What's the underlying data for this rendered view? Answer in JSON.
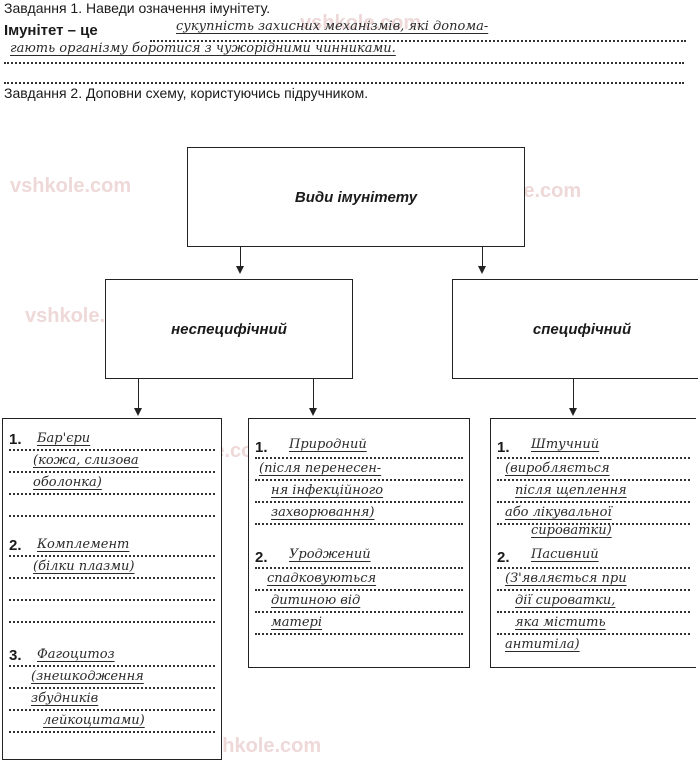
{
  "watermark": "vshkole.com",
  "task1": {
    "label": "Завдання 1. Наведи означення імунітету.",
    "definition_label": "Імунітет – це",
    "answer_line1": "сукупність захисних механізмів, які допома-",
    "answer_line2": "гають організму боротися з чужорідними чинниками."
  },
  "task2": {
    "label": "Завдання 2. Доповни схему, користуючись підручником."
  },
  "scheme": {
    "top": "Види імунітету",
    "left": "неспецифічний",
    "right": "специфічний"
  },
  "lists": {
    "col1": [
      {
        "num": "1.",
        "lines": [
          "Бар'єри",
          "(кожа, слизова",
          "оболонка)"
        ]
      },
      {
        "num": "2.",
        "lines": [
          "Комплемент",
          "(білки плазми)"
        ]
      },
      {
        "num": "3.",
        "lines": [
          "Фагоцитоз",
          "(знешкодження",
          "збудників",
          "лейкоцитами)"
        ]
      }
    ],
    "col2": [
      {
        "num": "1.",
        "lines": [
          "Природний",
          "(після перенесен-",
          "ня інфекційного",
          "захворювання)"
        ]
      },
      {
        "num": "2.",
        "lines": [
          "Уроджений",
          "спадковуються",
          "дитиною від",
          "матері"
        ]
      }
    ],
    "col3": [
      {
        "num": "1.",
        "lines": [
          "Штучний",
          "(виробляється",
          "після щеплення",
          "або лікувальної",
          "сироватки)"
        ]
      },
      {
        "num": "2.",
        "lines": [
          "Пасивний",
          "(З'являється при",
          "дії сироватки,",
          "яка містить",
          "антитіла)"
        ]
      }
    ]
  }
}
